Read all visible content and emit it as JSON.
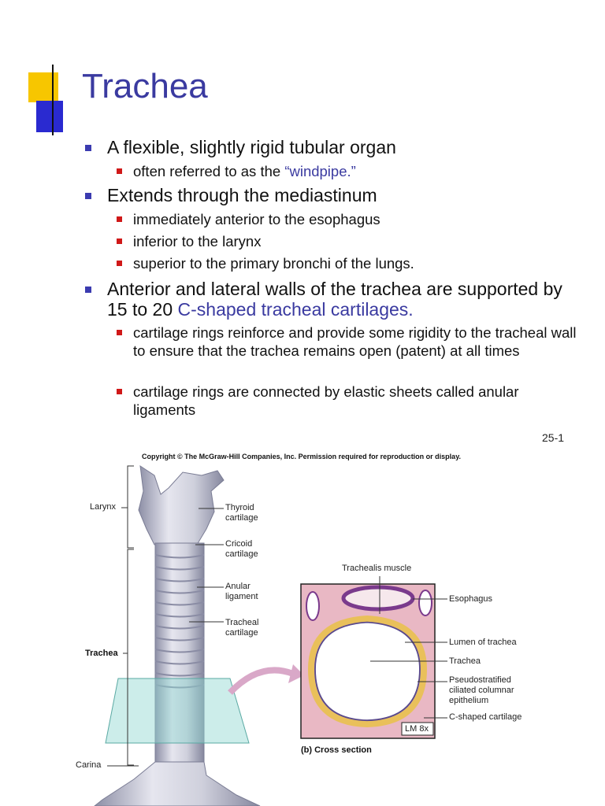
{
  "slide": {
    "title": "Trachea",
    "page_number": "25-1",
    "bullets": [
      {
        "text": "A flexible, slightly rigid tubular organ",
        "sub": [
          {
            "pre": " often referred to as the ",
            "hl": "“windpipe.”"
          }
        ]
      },
      {
        "text": "Extends through the mediastinum",
        "sub": [
          {
            "pre": "immediately anterior to the esophagus"
          },
          {
            "pre": "inferior to the larynx"
          },
          {
            "pre": "superior to the primary bronchi of the lungs."
          }
        ]
      },
      {
        "text_pre": "Anterior and lateral walls of the trachea are supported by 15 to 20 ",
        "text_hl": "C-shaped tracheal cartilages.",
        "sub": [
          {
            "pre": "cartilage rings reinforce and provide some rigidity to the tracheal wall to ensure that the trachea remains open (patent) at all times"
          },
          {
            "pre": "cartilage rings are connected by elastic sheets called anular ligaments"
          }
        ]
      }
    ]
  },
  "figure": {
    "copyright": "Copyright © The McGraw-Hill Companies, Inc. Permission required for reproduction or display.",
    "labels_left": {
      "larynx": "Larynx",
      "trachea": "Trachea",
      "carina": "Carina"
    },
    "labels_mid": {
      "thyroid": "Thyroid\ncartilage",
      "cricoid": "Cricoid\ncartilage",
      "anular": "Anular\nligament",
      "tracheal": "Tracheal\ncartilage"
    },
    "labels_cross": {
      "trachealis": "Trachealis muscle",
      "esophagus": "Esophagus",
      "lumen": "Lumen of trachea",
      "trachea": "Trachea",
      "pseudo": "Pseudostratified\nciliated columnar\nepithelium",
      "cshaped": "C-shaped cartilage",
      "lm": "LM 8x",
      "caption": "(b) Cross section"
    }
  },
  "colors": {
    "title": "#3a3aa0",
    "bullet_main": "#3b3bb0",
    "bullet_sub": "#d01818",
    "deco_yellow": "#f7c600",
    "deco_blue": "#2a2ad0"
  }
}
